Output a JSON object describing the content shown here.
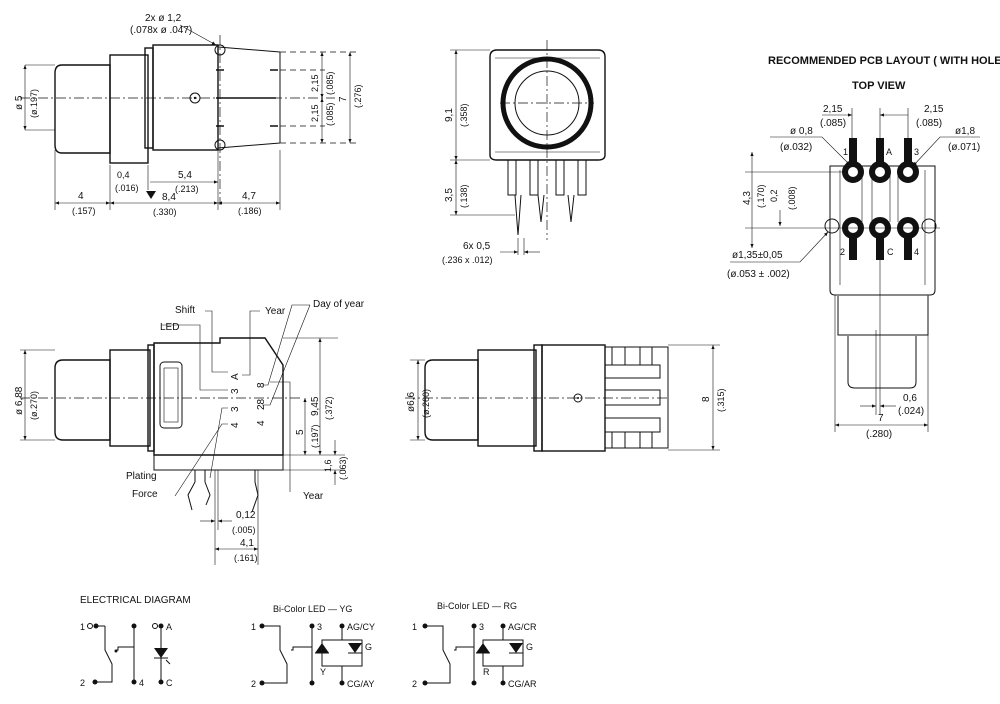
{
  "side_view_top": {
    "hole_note": "2x ø 1,2",
    "hole_note_in": "(.078x ø .047)",
    "dia_cap": "ø 5",
    "dia_cap_in": "(ø.197)",
    "dim_cap_len": "4",
    "dim_cap_len_in": "(.157)",
    "dim_offset": "0,4",
    "dim_offset_in": "(.016)",
    "dim_pin_pos": "5,4",
    "dim_pin_pos_in": "(.213)",
    "dim_body": "8,4",
    "dim_body_in": "(.330)",
    "dim_pins": "4,7",
    "dim_pins_in": "(.186)",
    "pitch_1": "2,15",
    "pitch_1_in": "(.085)",
    "pitch_2": "2,15",
    "pitch_2_in": "(.085)",
    "dim_width": "7",
    "dim_width_in": "(.276)"
  },
  "front_view": {
    "dim_height": "9,1",
    "dim_height_in": "(.358)",
    "dim_pin": "3,5",
    "dim_pin_in": "(.138)",
    "pin_note": "6x 0,5",
    "pin_note_in": "(.236 x .012)"
  },
  "pcb_layout": {
    "title": "RECOMMENDED PCB LAYOUT ( WITH HOLES )",
    "subtitle": "TOP VIEW",
    "pitch_left": "2,15",
    "pitch_left_in": "(.085)",
    "pitch_right": "2,15",
    "pitch_right_in": "(.085)",
    "hole_small": "ø 0,8",
    "hole_small_in": "(ø.032)",
    "pad_dia": "ø1,8",
    "pad_dia_in": "(ø.071)",
    "row_pitch": "4,3",
    "row_pitch_in": "(.170)",
    "offset": "0,2",
    "offset_in": "(.008)",
    "mount_hole": "ø1,35±0,05",
    "mount_hole_in": "(ø.053 ± .002)",
    "pin_labels": [
      "1",
      "A",
      "3",
      "2",
      "C",
      "4"
    ],
    "dim_small": "0,6",
    "dim_small_in": "(.024)",
    "dim_width": "7",
    "dim_width_in": "(.280)"
  },
  "marking_view": {
    "label_shift": "Shift",
    "label_year_top": "Year",
    "label_day_of_year": "Day of year",
    "label_led": "LED",
    "label_plating": "Plating",
    "label_force": "Force",
    "label_year_bottom": "Year",
    "marks": [
      "A",
      "3",
      "8",
      "28",
      "3",
      "4",
      "4"
    ],
    "dia": "ø 6,88",
    "dia_in": "(ø.270)",
    "dim_height": "9,45",
    "dim_height_in": "(.372)",
    "dim_center": "5",
    "dim_center_in": "(.197)",
    "dim_standoff": "1,6",
    "dim_standoff_in": "(.063)",
    "dim_pin_off": "0,12",
    "dim_pin_off_in": "(.005)",
    "dim_pin_span": "4,1",
    "dim_pin_span_in": "(.161)"
  },
  "side_view_bottom": {
    "dia": "ø6,6",
    "dia_in": "(ø.260)",
    "dim_height": "8",
    "dim_height_in": "(.315)"
  },
  "electrical": {
    "title": "ELECTRICAL DIAGRAM",
    "single": {
      "p1": "1",
      "p2": "2",
      "p4": "4",
      "a": "A",
      "c": "C"
    },
    "yg": {
      "title": "Bi-Color LED — YG",
      "p1": "1",
      "p2": "2",
      "p3": "3",
      "top": "AG/CY",
      "bottom": "CG/AY",
      "g": "G",
      "y": "Y"
    },
    "rg": {
      "title": "Bi-Color LED — RG",
      "p1": "1",
      "p2": "2",
      "p3": "3",
      "top": "AG/CR",
      "bottom": "CG/AR",
      "g": "G",
      "r": "R"
    }
  }
}
